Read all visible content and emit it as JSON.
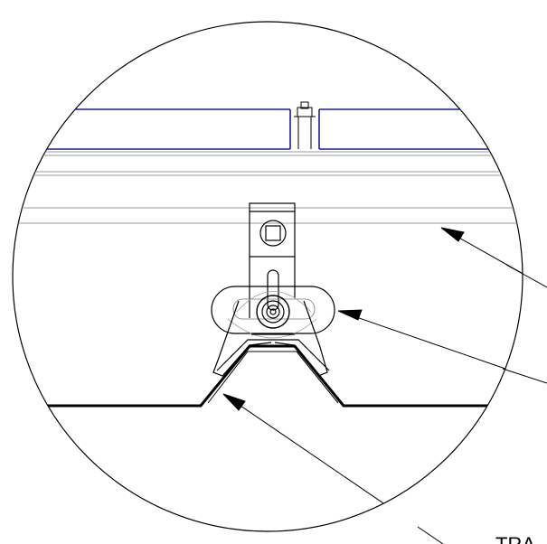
{
  "drawing": {
    "callout_label": "TRA",
    "colors": {
      "outline": "#000000",
      "panel_edge": "#1a1aa0",
      "rail_line": "#9a9a9a",
      "background": "#ffffff"
    },
    "parts": [
      "detail-circle",
      "solar-panel",
      "mounting-rail",
      "rail-clamp",
      "slotted-bracket",
      "trapezoid-sheet-profile",
      "leader-arrows"
    ]
  }
}
